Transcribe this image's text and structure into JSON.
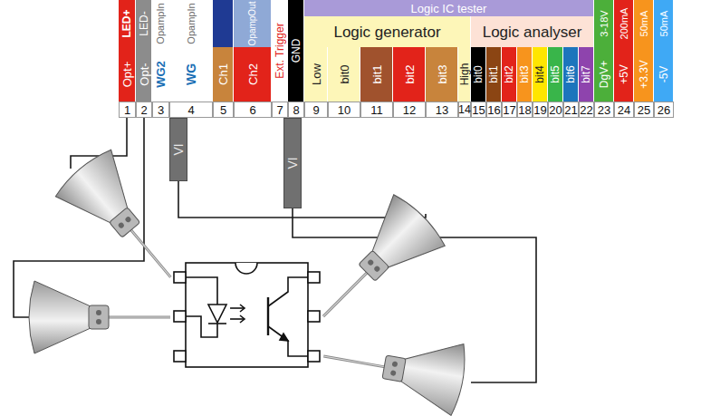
{
  "diagram": {
    "nodes": [
      {
        "text": [
          "VI"
        ]
      },
      {
        "text": [
          "VI"
        ]
      }
    ],
    "labels": [
      "LED+",
      "LED-",
      "OpampIn",
      "OpampIn",
      "OpampOut",
      "Ext. Trigger",
      "GND",
      "Logic IC tester",
      "Logic generator",
      "Logic analyser",
      "3-18V",
      "200mA",
      "50mA",
      "50mA",
      "Opt+",
      "Opt-",
      "WG2",
      "WG",
      "Ch1",
      "Ch2",
      "Low",
      "bit0",
      "bit1",
      "bit2",
      "bit3",
      "High",
      "bit0",
      "bit1",
      "bit2",
      "bit3",
      "bit4",
      "bit5",
      "bit6",
      "bit7",
      "DgV+",
      "+5V",
      "+3.3V",
      "-5V",
      "1",
      "2",
      "3",
      "4",
      "5",
      "6",
      "7",
      "8",
      "9",
      "10",
      "11",
      "12",
      "13",
      "14",
      "15",
      "16",
      "17",
      "18",
      "19",
      "20",
      "21",
      "22",
      "23",
      "24",
      "25",
      "26"
    ]
  }
}
